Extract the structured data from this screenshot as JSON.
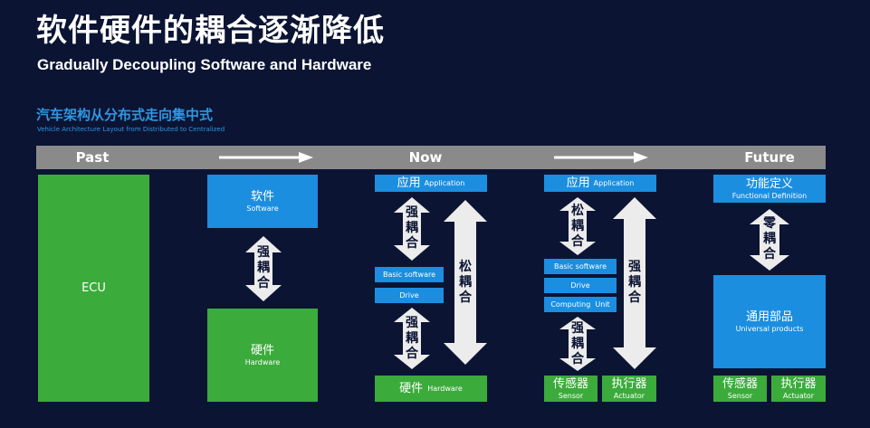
{
  "title": {
    "cn": "软件硬件的耦合逐渐降低",
    "en": "Gradually Decoupling Software and Hardware"
  },
  "subtitle": {
    "cn": "汽车架构从分布式走向集中式",
    "en": "Vehicle Architecture Layout from Distributed to Centralized"
  },
  "timeline": {
    "past": "Past",
    "now": "Now",
    "future": "Future"
  },
  "past": {
    "ecu": "ECU",
    "software": {
      "cn": "软件",
      "en": "Software"
    },
    "hardware": {
      "cn": "硬件",
      "en": "Hardware"
    },
    "coupling": [
      "强",
      "耦",
      "合"
    ]
  },
  "now": {
    "application": {
      "cn": "应用",
      "en": "Application"
    },
    "coupling_top": [
      "强",
      "耦",
      "合"
    ],
    "coupling_bottom": [
      "强",
      "耦",
      "合"
    ],
    "coupling_side": [
      "松",
      "耦",
      "合"
    ],
    "basic_software": "Basic software",
    "drive": "Drive",
    "hardware": {
      "cn": "硬件",
      "en": "Hardware"
    }
  },
  "near_future": {
    "application": {
      "cn": "应用",
      "en": "Application"
    },
    "coupling_top": [
      "松",
      "耦",
      "合"
    ],
    "coupling_bottom": [
      "强",
      "耦",
      "合"
    ],
    "coupling_side": [
      "强",
      "耦",
      "合"
    ],
    "basic_software": "Basic software",
    "drive": "Drive",
    "computing_unit": "Computing  Unit",
    "sensor": {
      "cn": "传感器",
      "en": "Sensor"
    },
    "actuator": {
      "cn": "执行器",
      "en": "Actuator"
    }
  },
  "future": {
    "functional_definition": {
      "cn": "功能定义",
      "en": "Functional Definition"
    },
    "coupling": [
      "零",
      "耦",
      "合"
    ],
    "universal_products": {
      "cn": "通用部品",
      "en": "Universal products"
    },
    "sensor": {
      "cn": "传感器",
      "en": "Sensor"
    },
    "actuator": {
      "cn": "执行器",
      "en": "Actuator"
    }
  },
  "colors": {
    "background": "#0b1433",
    "blue": "#1b8ee0",
    "green": "#3bab3b",
    "band": "#8a8a8a",
    "subtitle": "#2e96e3"
  }
}
